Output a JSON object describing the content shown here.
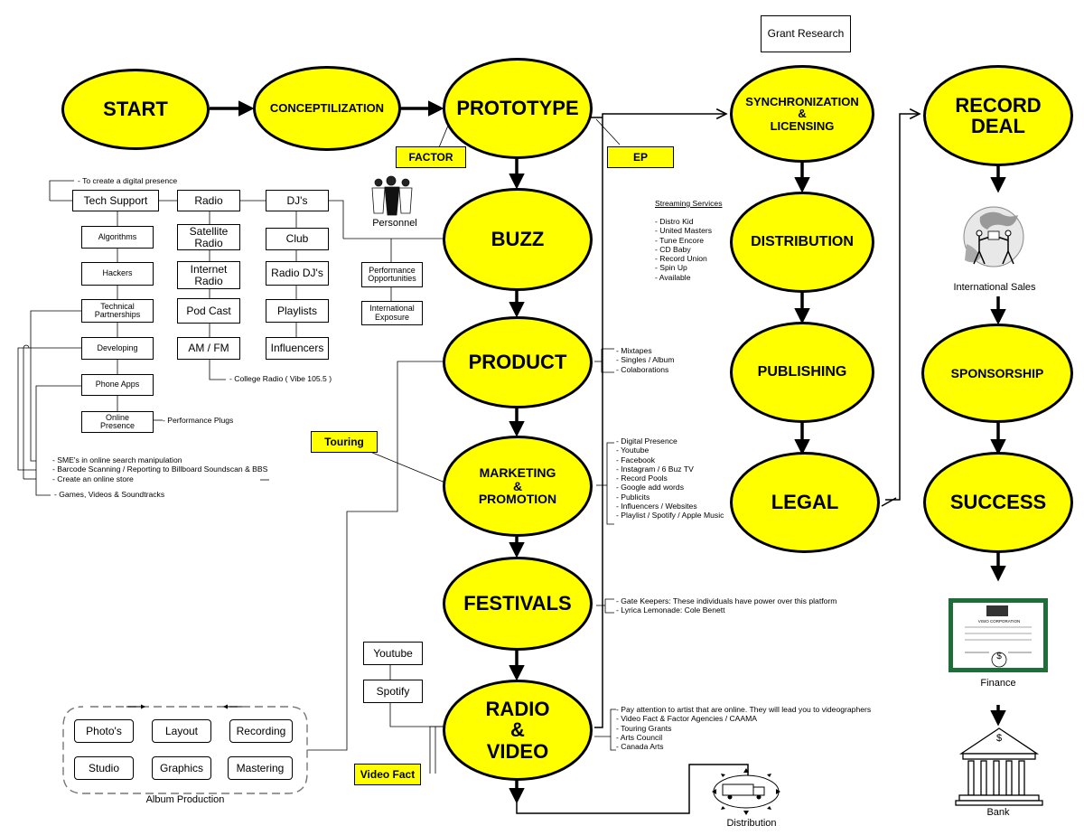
{
  "nodes": {
    "start": "START",
    "conceptualization": "CONCEPTILIZATION",
    "prototype": "PROTOTYPE",
    "buzz": "BUZZ",
    "product": "PRODUCT",
    "marketing": "MARKETING\n&\nPROMOTION",
    "festivals": "FESTIVALS",
    "radio_video": "RADIO\n&\nVIDEO",
    "sync": "SYNCHRONIZATION\n&\nLICENSING",
    "distribution": "DISTRIBUTION",
    "publishing": "PUBLISHING",
    "legal": "LEGAL",
    "record_deal": "RECORD\nDEAL",
    "sponsorship": "SPONSORSHIP",
    "success": "SUCCESS"
  },
  "tags": {
    "factor": "FACTOR",
    "ep": "EP",
    "touring": "Touring",
    "video_fact": "Video Fact"
  },
  "boxes": {
    "grant_research": "Grant Research",
    "tech_support": "Tech Support",
    "radio": "Radio",
    "djs": "DJ's",
    "algorithms": "Algorithms",
    "hackers": "Hackers",
    "technical_partnerships": "Technical\nPartnerships",
    "developing": "Developing",
    "phone_apps": "Phone Apps",
    "online_presence": "Online\nPresence",
    "satellite_radio": "Satellite\nRadio",
    "internet_radio": "Internet\nRadio",
    "pod_cast": "Pod Cast",
    "am_fm": "AM / FM",
    "club": "Club",
    "radio_djs": "Radio DJ's",
    "playlists": "Playlists",
    "influencers": "Influencers",
    "performance_opportunities": "Performance\nOpportunities",
    "international_exposure": "International\nExposure",
    "youtube": "Youtube",
    "spotify": "Spotify"
  },
  "album": {
    "photos": "Photo's",
    "layout": "Layout",
    "recording": "Recording",
    "studio": "Studio",
    "graphics": "Graphics",
    "mastering": "Mastering",
    "label": "Album Production"
  },
  "labels": {
    "personnel": "Personnel",
    "international_sales": "International Sales",
    "finance": "Finance",
    "bank": "Bank",
    "distribution": "Distribution",
    "certificate_title": "VISIO CORPORATION",
    "dollar": "$"
  },
  "notes": {
    "digital_presence": "- To create a digital presence",
    "performance_plugs": "- Performance Plugs",
    "college_radio": "- College Radio ( Vibe 105.5 )",
    "left_list": [
      "- SME's in online search manipulation",
      "- Barcode Scanning / Reporting to Billboard Soundscan & BBS",
      "- Create an online store",
      "- Games, Videos & Soundtracks"
    ],
    "streaming_title": "Streaming Services",
    "streaming_list": [
      "- Distro Kid",
      "- United Masters",
      "- Tune Encore",
      "- CD Baby",
      "- Record Union",
      "- Spin Up",
      "- Available"
    ],
    "product_list": [
      "- Mixtapes",
      "- Singles / Album",
      "- Colaborations"
    ],
    "marketing_list": [
      "- Digital Presence",
      "- Youtube",
      "- Facebook",
      "- Instagram / 6 Buz TV",
      "- Record Pools",
      "- Google add words",
      "- Publicits",
      "- Influencers / Websites",
      "- Playlist / Spotify / Apple Music"
    ],
    "festivals_list": [
      "- Gate Keepers: These individuals have power over this platform",
      "- Lyrica Lemonade: Cole Benett"
    ],
    "radio_list": [
      "- Pay attention to artist that are online. They will lead you to videographers",
      "- Video Fact & Factor Agencies / CAAMA",
      "- Touring Grants",
      "- Arts Council",
      "- Canada Arts"
    ]
  }
}
